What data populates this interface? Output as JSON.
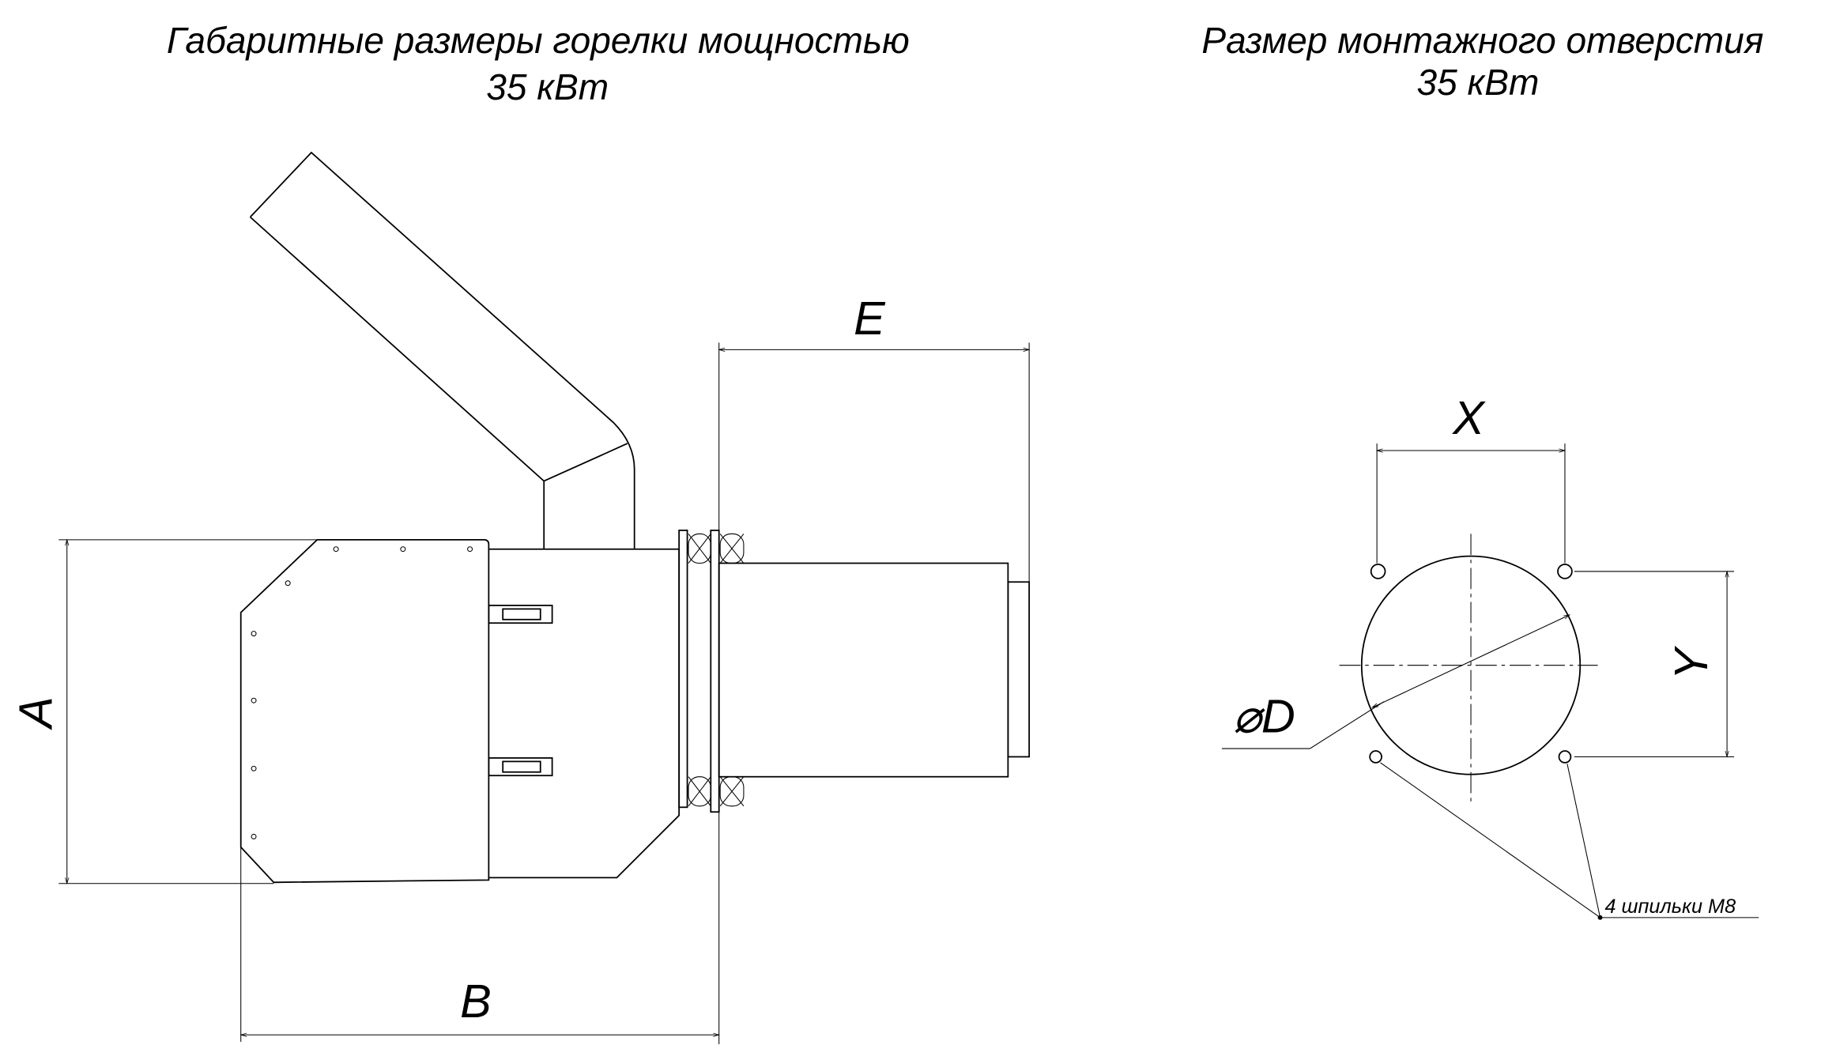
{
  "left_title": {
    "line1": "Габаритные размеры горелки мощностью",
    "line2": "35 кВт"
  },
  "right_title": {
    "line1": "Размер монтажного отверстия",
    "line2": "35 кВт"
  },
  "dimensions": {
    "A": "A",
    "B": "B",
    "E": "E",
    "X": "X",
    "Y": "Y",
    "D": "⌀D"
  },
  "note": "4 шпильки М8"
}
